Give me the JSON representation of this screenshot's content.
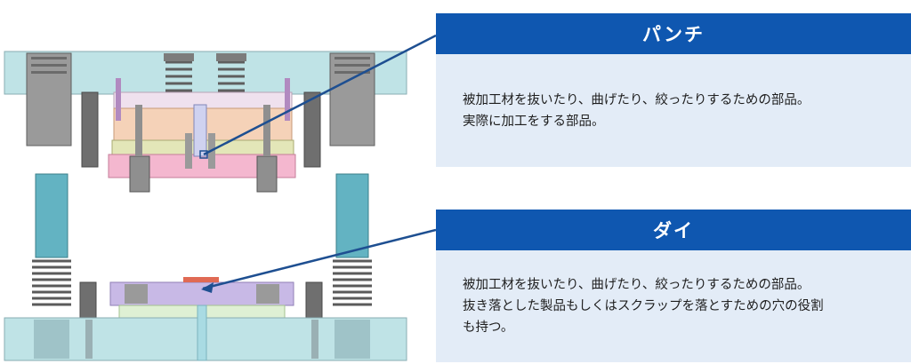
{
  "punch": {
    "title": "パンチ",
    "lines": [
      "被加工材を抜いたり、曲げたり、絞ったりするための部品。",
      "実際に加工をする部品。"
    ]
  },
  "die": {
    "title": "ダイ",
    "lines": [
      "被加工材を抜いたり、曲げたり、絞ったりするための部品。",
      "抜き落とした製品もしくはスクラップを落とすための穴の役割",
      "も持つ。"
    ]
  },
  "colors": {
    "header": "#0f57b0",
    "card": "#e3ecf7",
    "leader": "#1e4f91",
    "plate": "#bfe3e6",
    "post": "#63b3c2"
  }
}
